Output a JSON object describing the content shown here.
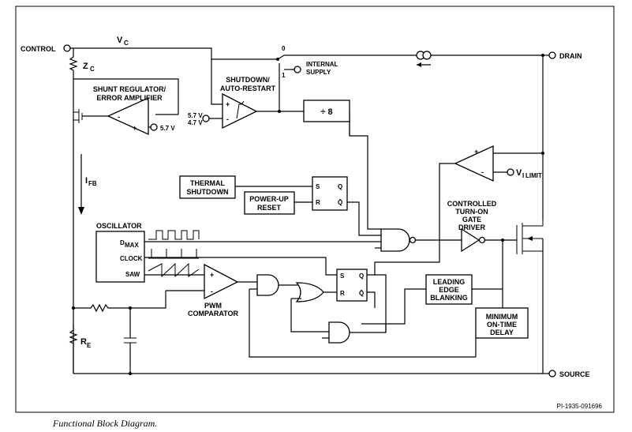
{
  "pins": {
    "control": "CONTROL",
    "drain": "DRAIN",
    "source": "SOURCE"
  },
  "labels": {
    "vc_main": "V",
    "vc_sub": "C",
    "zc_main": "Z",
    "zc_sub": "C",
    "ifb_main": "I",
    "ifb_sub": "FB",
    "re_main": "R",
    "re_sub": "E",
    "vilimit_main": "V",
    "vilimit_sub": "I",
    "vilimit_sub2": "LIMIT",
    "shunt_line1": "SHUNT REGULATOR/",
    "shunt_line2": "ERROR AMPLIFIER",
    "shunt_ref": "5.7 V",
    "shutdown_line1": "SHUTDOWN/",
    "shutdown_line2": "AUTO-RESTART",
    "hyst_v1": "5.7 V",
    "hyst_v2": "4.7 V",
    "switch_0": "0",
    "switch_1": "1",
    "internal_line1": "INTERNAL",
    "internal_line2": "SUPPLY",
    "divider": "÷ 8",
    "thermal_line1": "THERMAL",
    "thermal_line2": "SHUTDOWN",
    "powerup_line1": "POWER-UP",
    "powerup_line2": "RESET",
    "ff_s": "S",
    "ff_r": "R",
    "ff_q": "Q",
    "ff_qbar": "Q̄",
    "oscillator": "OSCILLATOR",
    "dmax_main": "D",
    "dmax_sub": "MAX",
    "clock": "CLOCK",
    "saw": "SAW",
    "pwm_line1": "PWM",
    "pwm_line2": "COMPARATOR",
    "gate_line1": "CONTROLLED",
    "gate_line2": "TURN-ON",
    "gate_line3": "GATE",
    "gate_line4": "DRIVER",
    "leb_line1": "LEADING",
    "leb_line2": "EDGE",
    "leb_line3": "BLANKING",
    "mot_line1": "MINIMUM",
    "mot_line2": "ON-TIME",
    "mot_line3": "DELAY",
    "plus": "+",
    "minus": "-"
  },
  "figure_id": "PI-1935-091696",
  "caption": "Functional Block Diagram."
}
